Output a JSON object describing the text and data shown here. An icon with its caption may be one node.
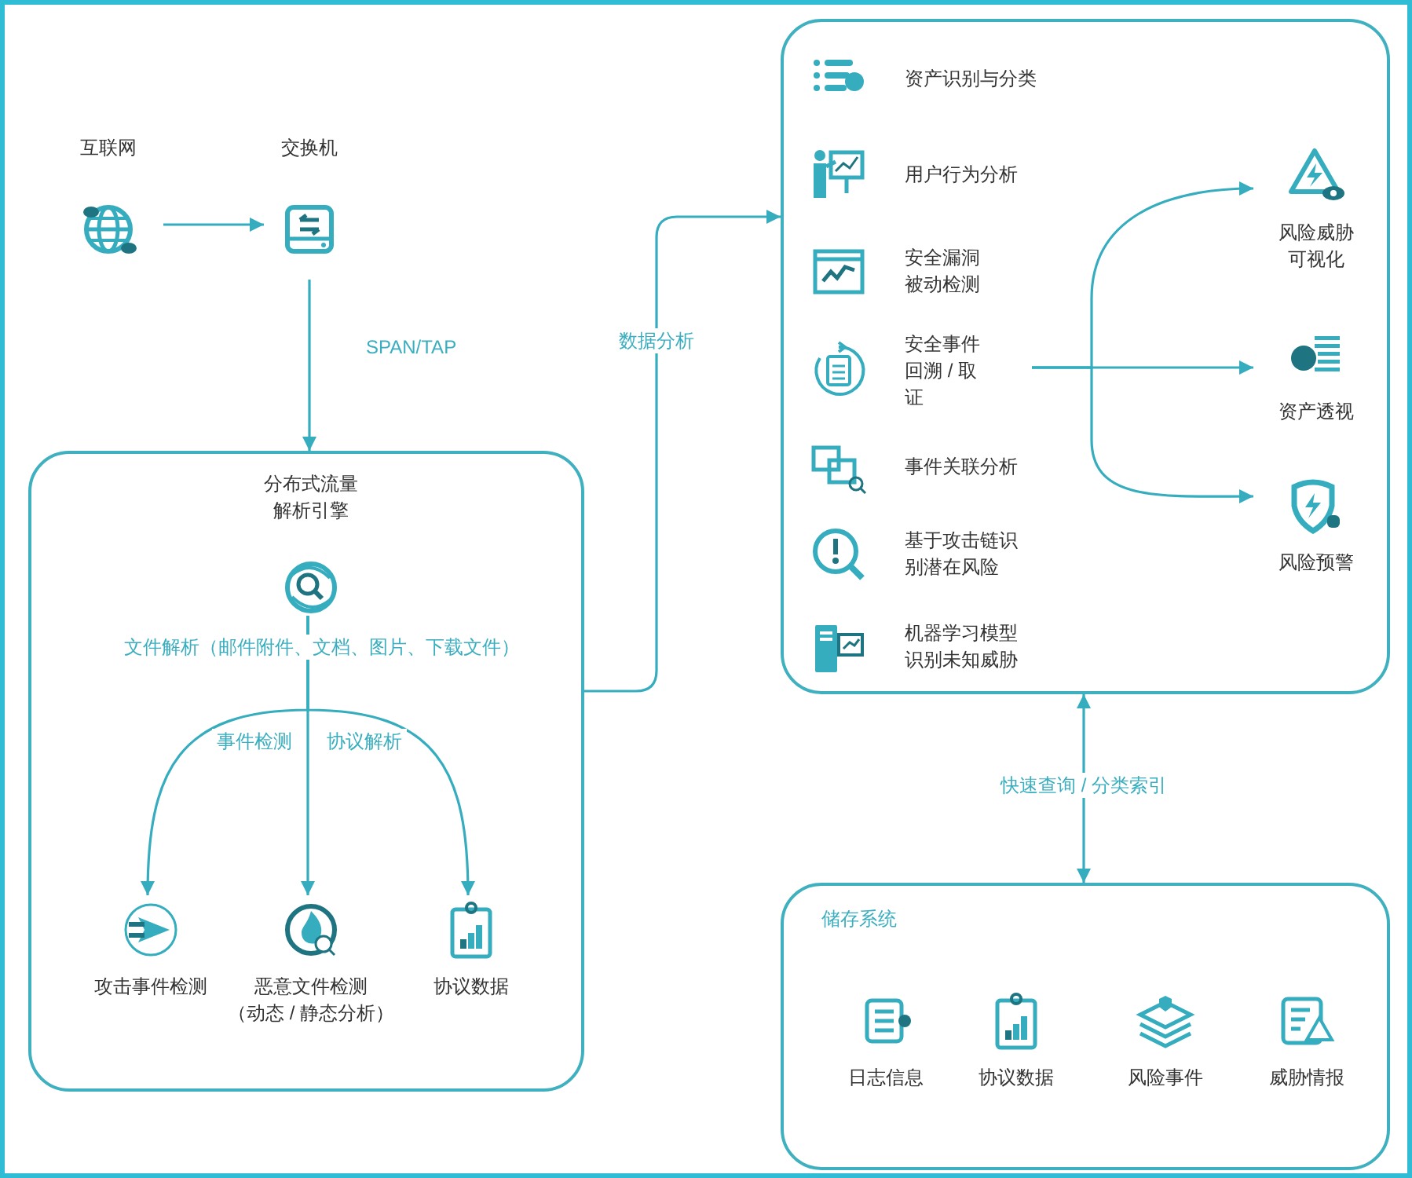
{
  "diagram": {
    "nodes": [
      {
        "text": [
          "互联网"
        ]
      },
      {
        "text": [
          "交换机"
        ]
      },
      {
        "text": [],
        "shape": "box"
      },
      {
        "text": [
          "分布式流量解析引擎"
        ],
        "in": 2
      },
      {
        "text": [
          "攻击事件检测"
        ],
        "in": 2
      },
      {
        "text": [
          "恶意文件检测",
          "（动态 / 静态分析）"
        ],
        "in": 2
      },
      {
        "text": [
          "协议数据"
        ],
        "in": 2
      },
      {
        "text": [],
        "shape": "box"
      },
      {
        "text": [
          "资产识别与分类"
        ],
        "in": 7
      },
      {
        "text": [
          "用户行为分析"
        ],
        "in": 7
      },
      {
        "text": [
          "安全漏洞被动检测"
        ],
        "in": 7
      },
      {
        "text": [
          "安全事件回溯 / 取证"
        ],
        "in": 7
      },
      {
        "text": [
          "事件关联分析"
        ],
        "in": 7
      },
      {
        "text": [
          "基于攻击链识别潜在风险"
        ],
        "in": 7
      },
      {
        "text": [
          "机器学习模型识别未知威胁"
        ],
        "in": 7
      },
      {
        "text": [
          "风险威胁可视化"
        ],
        "in": 7
      },
      {
        "text": [
          "资产透视"
        ],
        "in": 7
      },
      {
        "text": [
          "风险预警"
        ],
        "in": 7
      },
      {
        "text": [
          "储存系统"
        ]
      },
      {
        "text": [
          "日志信息"
        ],
        "in": 18
      },
      {
        "text": [
          "协议数据"
        ],
        "in": 18
      },
      {
        "text": [
          "风险事件"
        ],
        "in": 18
      },
      {
        "text": [
          "威胁情报"
        ],
        "in": 18
      }
    ],
    "edges": [
      {
        "from": 0,
        "to": 1,
        "arrow": "to"
      },
      {
        "from": 1,
        "to": 2,
        "arrow": "to",
        "label": "SPAN/TAP"
      },
      {
        "from": 3,
        "to": 4,
        "arrow": "to",
        "label": "事件检测"
      },
      {
        "from": 3,
        "to": 5,
        "arrow": "to",
        "label": "文件解析（邮件附件、文档、图片、下载文件）"
      },
      {
        "from": 3,
        "to": 6,
        "arrow": "to",
        "label": "协议解析"
      },
      {
        "from": 2,
        "to": 7,
        "arrow": "to",
        "label": "数据分析"
      },
      {
        "from": 11,
        "to": 15,
        "arrow": "to"
      },
      {
        "from": 11,
        "to": 16,
        "arrow": "to"
      },
      {
        "from": 11,
        "to": 17,
        "arrow": "to"
      },
      {
        "from": 7,
        "to": 18,
        "arrow": "both",
        "label": "快速查询 / 分类索引"
      }
    ]
  }
}
